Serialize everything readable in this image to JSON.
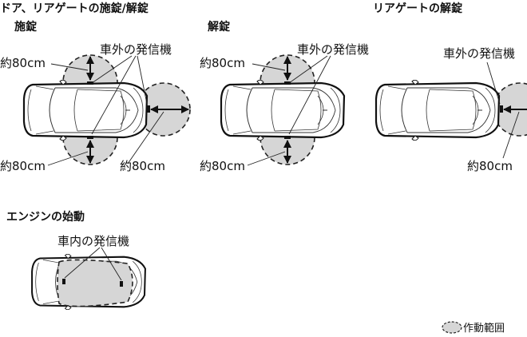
{
  "headings": {
    "main": "ドア、リアゲートの施錠/解錠",
    "lock": "施錠",
    "unlock": "解錠",
    "rear_gate": "リアゲートの解錠",
    "engine": "エンジンの始動"
  },
  "labels": {
    "exterior_transmitter": "車外の発信機",
    "interior_transmitter": "車内の発信機",
    "distance": "約80cm"
  },
  "legend": {
    "operating_range": "作動範囲"
  },
  "colors": {
    "zone_fill": "#d6d6d6",
    "line": "#222222"
  }
}
